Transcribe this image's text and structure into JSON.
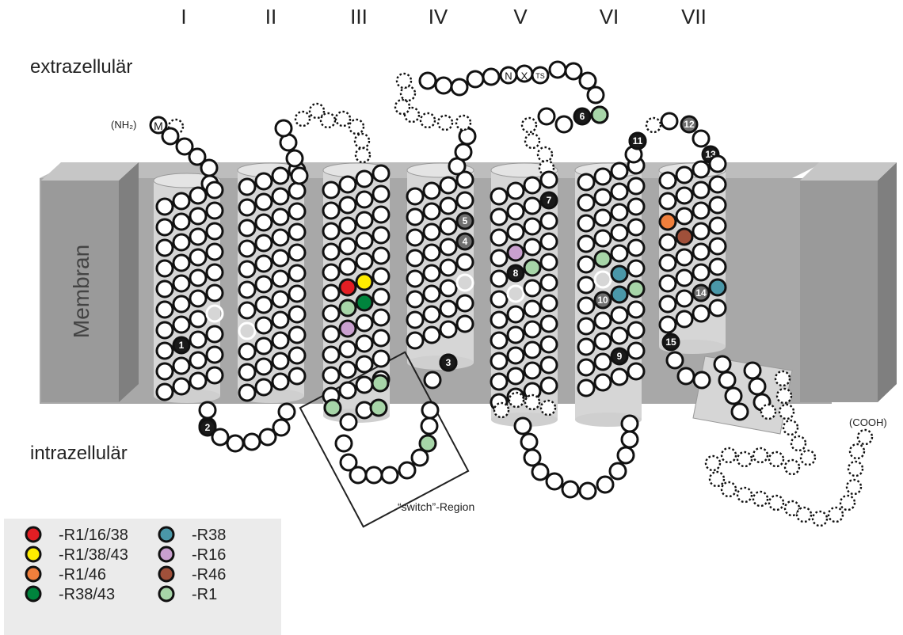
{
  "helices": [
    "I",
    "II",
    "III",
    "IV",
    "V",
    "VI",
    "VII"
  ],
  "regions": {
    "extra": "extrazellulär",
    "intra": "intrazellulär",
    "membrane": "Membran"
  },
  "termini": {
    "n": "(NH₂)",
    "c": "(COOH)",
    "met": "M"
  },
  "glyco": [
    "N",
    "X",
    "TS"
  ],
  "switch_label": "“switch”-Region",
  "numbers": [
    "1",
    "2",
    "3",
    "4",
    "5",
    "6",
    "7",
    "8",
    "9",
    "10",
    "11",
    "12",
    "13",
    "14",
    "15"
  ],
  "colors": {
    "red": "#e31e24",
    "yellow": "#ffed00",
    "orange": "#f07f3c",
    "darkgreen": "#00843d",
    "teal": "#4a97a8",
    "lilac": "#c9a0cf",
    "brown": "#a0503a",
    "lightgreen": "#a7d5a8"
  },
  "legend": [
    {
      "label": "-R1/16/38",
      "color": "#e31e24"
    },
    {
      "label": "-R1/38/43",
      "color": "#ffed00"
    },
    {
      "label": "-R1/46",
      "color": "#f07f3c"
    },
    {
      "label": "-R38/43",
      "color": "#00843d"
    },
    {
      "label": "-R38",
      "color": "#4a97a8"
    },
    {
      "label": "-R16",
      "color": "#c9a0cf"
    },
    {
      "label": "-R46",
      "color": "#a0503a"
    },
    {
      "label": "-R1",
      "color": "#a7d5a8"
    }
  ]
}
